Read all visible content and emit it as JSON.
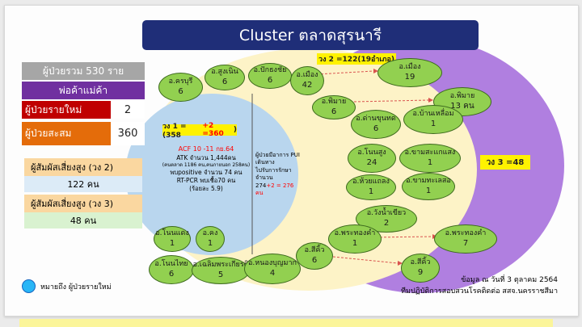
{
  "title": "Cluster ตลาดสุรนารี",
  "stats": [
    {
      "label": "ผู้ป่วยรวม 530 ราย"
    },
    {
      "label": "พ่อค้าแม่ค้า"
    },
    {
      "label": "ผู้ป่วยรายใหม่",
      "value": "2"
    },
    {
      "label": "ผู้ป่วยสะสม",
      "value": "360"
    }
  ],
  "contacts": {
    "ring2_label": "ผู้สัมผัสเสี่ยงสูง (วง 2)",
    "ring2_value": "122 คน",
    "ring3_label": "ผู้สัมผัสเสี่ยงสูง (วง 3)",
    "ring3_value": "48 คน"
  },
  "rings": {
    "ring1_prefix": "วง 1 = (358",
    "ring1_plus": "+2 =360",
    "ring1_suffix": ")",
    "ring2": "วง 2 =122(19อำเภอ)",
    "ring3": "วง 3 =48"
  },
  "acf": {
    "line1": "ACF 10 -11 กย.64",
    "line2": "ATK จำนวน 1,444คน",
    "line3": "(คนตลาด 1186 คน,คนภายนอก 258คน)",
    "line4": "พบpositive จำนวน 74 คน",
    "line5": "RT-PCR พบเชื้อ70 คน",
    "line6": "(ร้อยละ 5.9)"
  },
  "pui": {
    "line1": "ผู้ป่วยมีอาการ PUI เดินทาง",
    "line2": "ไปรับการรักษา จำนวน",
    "line3_prefix": "274",
    "line3_plus": "+2 = 276 คน"
  },
  "districts": [
    {
      "name": "อ.ครบุรี",
      "count": "6"
    },
    {
      "name": "อ.สูงเนิน",
      "count": "6"
    },
    {
      "name": "อ.ปักธงชัย",
      "count": "6"
    },
    {
      "name": "อ.เมือง",
      "count": "42"
    },
    {
      "name": "อ.เมือง",
      "count": "19"
    },
    {
      "name": "อ.พิมาย",
      "count": "6"
    },
    {
      "name": "อ.พิมาย",
      "count": "13 คน"
    },
    {
      "name": "อ.ด่านขุนทด",
      "count": "6"
    },
    {
      "name": "อ.บ้านเหลื่อม",
      "count": "1"
    },
    {
      "name": "อ.โนนสูง",
      "count": "24"
    },
    {
      "name": "อ.ขามสะแกแสง",
      "count": "1"
    },
    {
      "name": "อ.ห้วยแถลง",
      "count": "1"
    },
    {
      "name": "อ.ขามทะเลสอ",
      "count": "1"
    },
    {
      "name": "อ.วังน้ำเขียว",
      "count": "2"
    },
    {
      "name": "อ.โนนแดง",
      "count": "1"
    },
    {
      "name": "อ.คง",
      "count": "1"
    },
    {
      "name": "อ.พระทองคำ",
      "count": "1"
    },
    {
      "name": "อ.พระทองคำ",
      "count": "7"
    },
    {
      "name": "อ.โนนไทย",
      "count": "6"
    },
    {
      "name": "อ.เฉลิมพระเกียรติ",
      "count": "5"
    },
    {
      "name": "อ.หนองบุญมาก",
      "count": "4"
    },
    {
      "name": "อ.สีคิ้ว",
      "count": "6"
    },
    {
      "name": "อ.สีคิ้ว",
      "count": "9"
    }
  ],
  "legend": "หมายถึง  ผู้ป่วยรายใหม่",
  "footer": {
    "line1": "ข้อมูล ณ วันที่ 3 ตุลาคม 2564",
    "line2": "ทีมปฏิบัติการสอบสวนโรคติดต่อ สสจ.นครราชสีมา"
  },
  "colors": {
    "title_bg": "#1f2e78",
    "ring1": "#b9d6ee",
    "ring2": "#fdf3c7",
    "ring3": "#b07fe0",
    "bubble": "#92d050",
    "new_case": "#ff0000",
    "highlight": "#fff200"
  }
}
